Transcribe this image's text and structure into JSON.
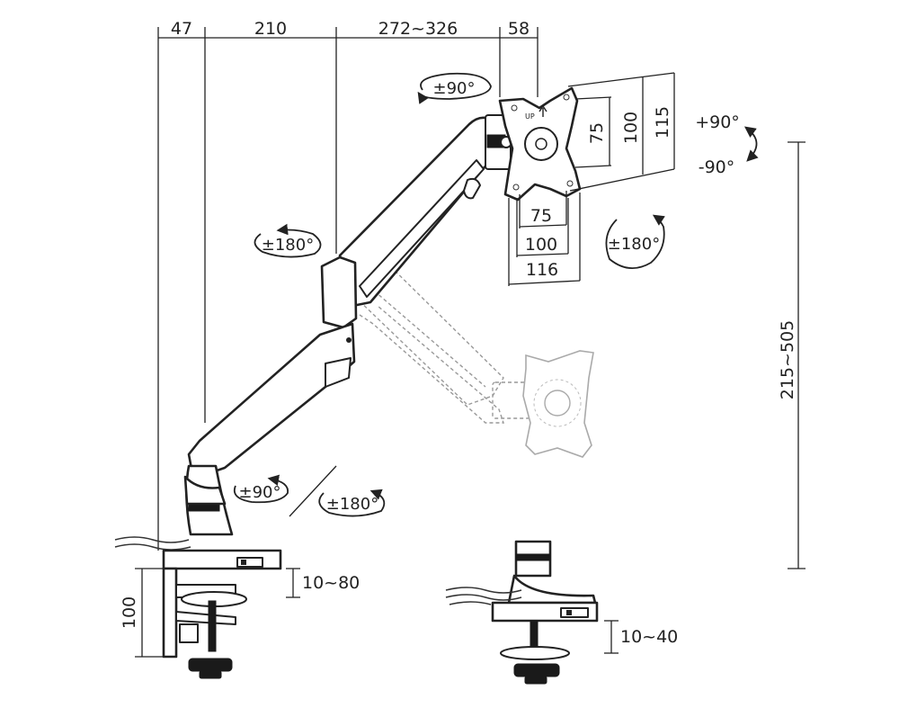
{
  "dimensions": {
    "top_47": "47",
    "top_210": "210",
    "top_272_326": "272~326",
    "top_58": "58",
    "vesa_75_v": "75",
    "vesa_100_v": "100",
    "vesa_115_v": "115",
    "vesa_75_h": "75",
    "vesa_100_h": "100",
    "vesa_116_h": "116",
    "height_215_505": "215~505",
    "clamp_100": "100",
    "clamp_10_80": "10~80",
    "grommet_10_40": "10~40"
  },
  "rotations": {
    "tilt_plate": "±90°",
    "rotate_elbow": "±180°",
    "tilt_pos": "+90°",
    "tilt_neg": "-90°",
    "swivel_plate": "±180°",
    "base_tilt": "±90°",
    "base_swivel": "±180°"
  },
  "mount_labels": {
    "up_mark": "UP"
  },
  "colors": {
    "line": "#222222",
    "ghost": "#999999",
    "background": "#ffffff"
  }
}
